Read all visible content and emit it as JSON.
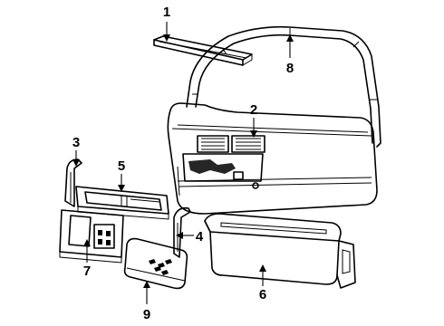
{
  "diagram": {
    "callouts": [
      {
        "id": "1",
        "label": "1",
        "part": "door-belt-weatherstrip"
      },
      {
        "id": "2",
        "label": "2",
        "part": "door-trim-panel"
      },
      {
        "id": "3",
        "label": "3",
        "part": "front-trim-molding"
      },
      {
        "id": "4",
        "label": "4",
        "part": "rear-trim-molding"
      },
      {
        "id": "5",
        "label": "5",
        "part": "switch-bezel"
      },
      {
        "id": "6",
        "label": "6",
        "part": "armrest"
      },
      {
        "id": "7",
        "label": "7",
        "part": "switch-housing"
      },
      {
        "id": "8",
        "label": "8",
        "part": "door-frame-weatherstrip"
      },
      {
        "id": "9",
        "label": "9",
        "part": "courtesy-lamp-lens"
      }
    ]
  }
}
